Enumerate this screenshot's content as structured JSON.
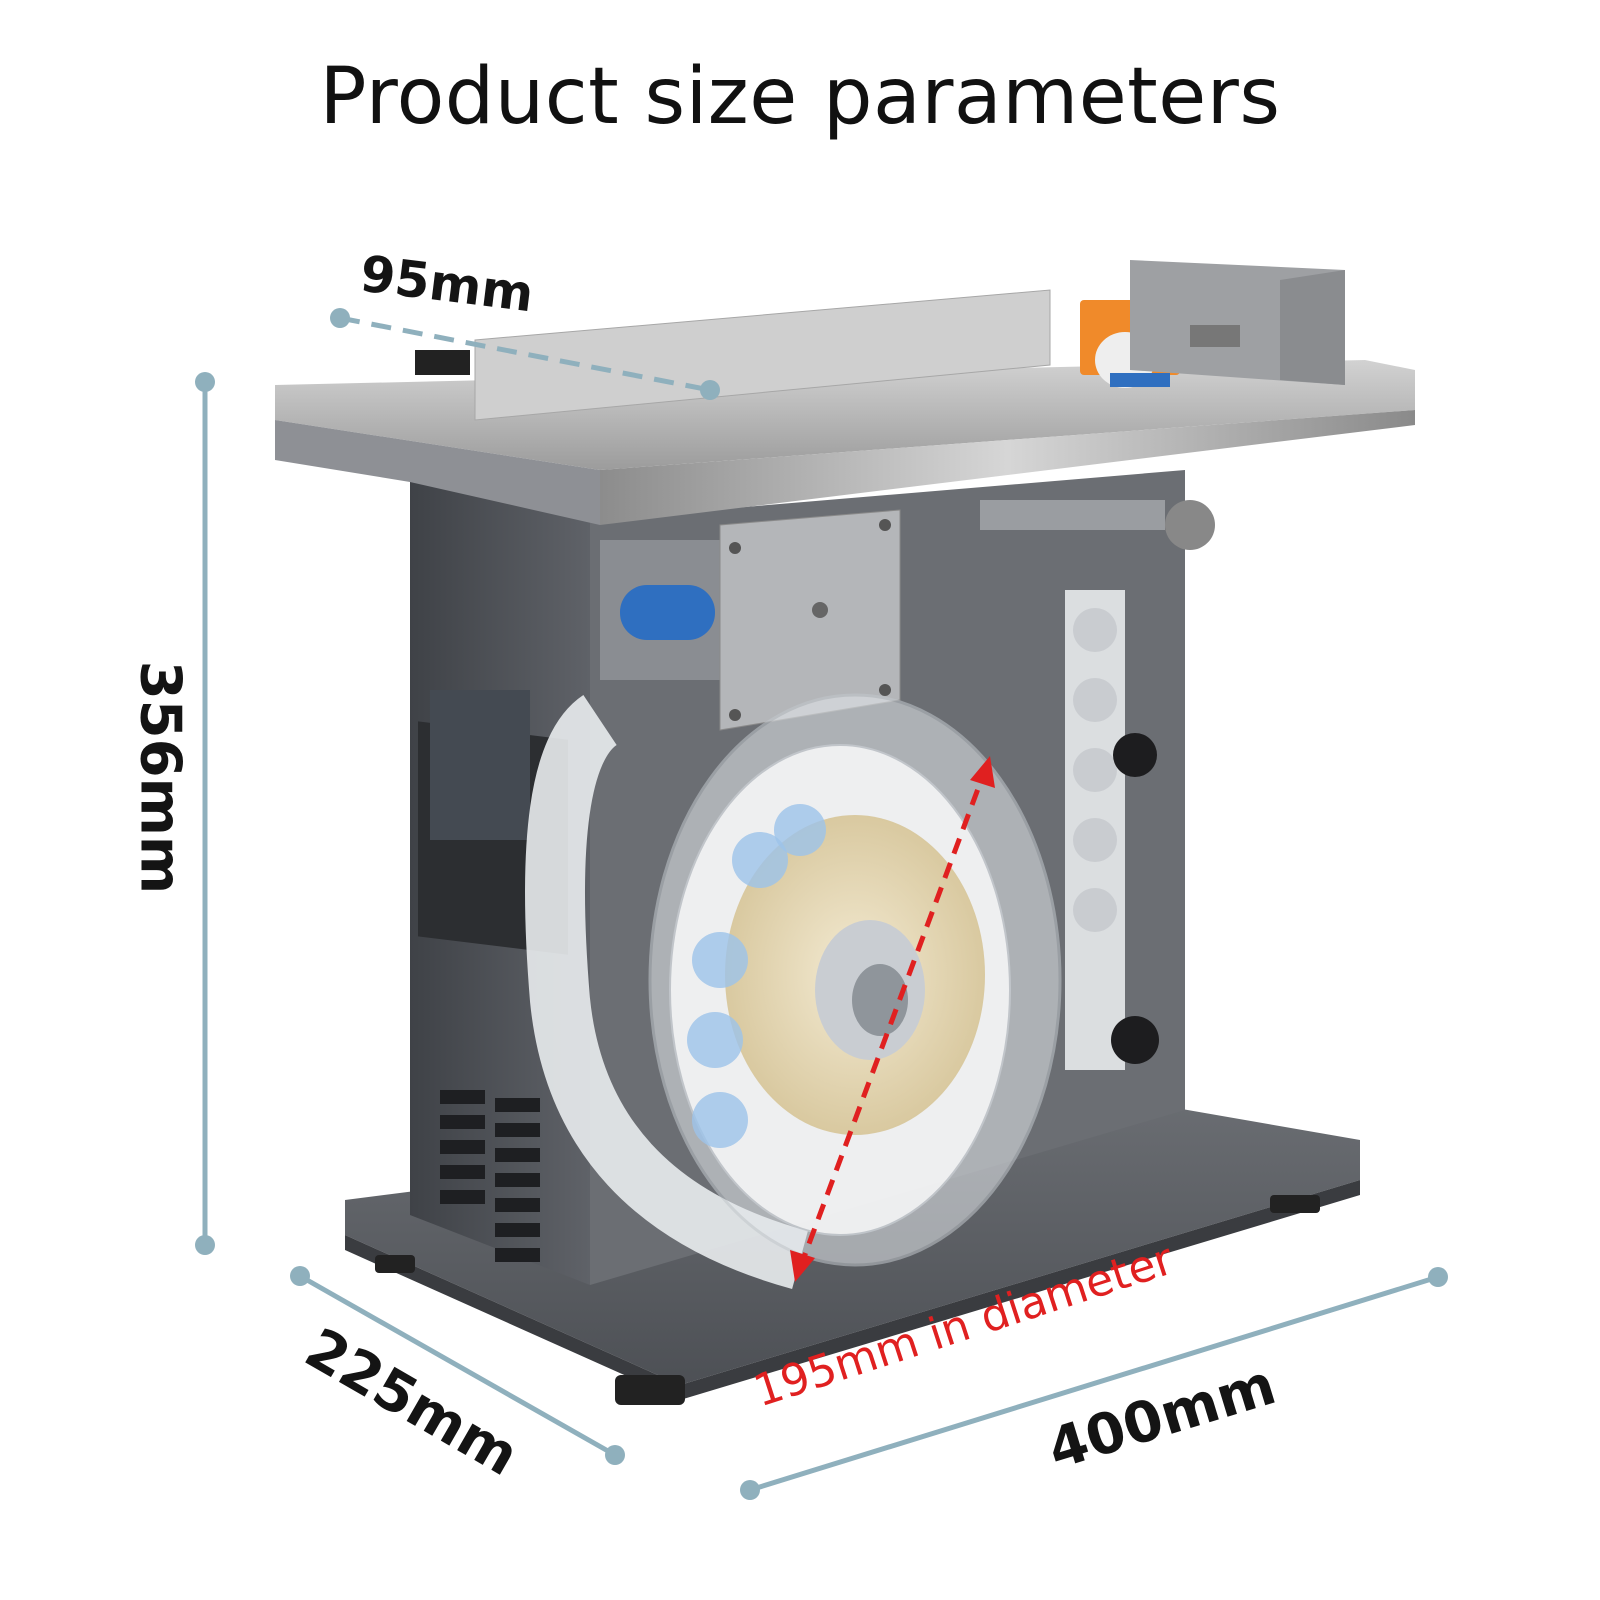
{
  "title": "Product size parameters",
  "dimensions": {
    "top_width": "95mm",
    "height": "356mm",
    "depth": "225mm",
    "length": "400mm",
    "roll_diameter": "195mm in diameter"
  },
  "colors": {
    "dimension_line": "#8fb0bd",
    "diameter_arrow": "#e02020",
    "machine_body": "#5a5d63",
    "steel": "#b9b9b9",
    "accent_orange": "#f08a2a",
    "roller_blue": "#2f6fc0"
  }
}
